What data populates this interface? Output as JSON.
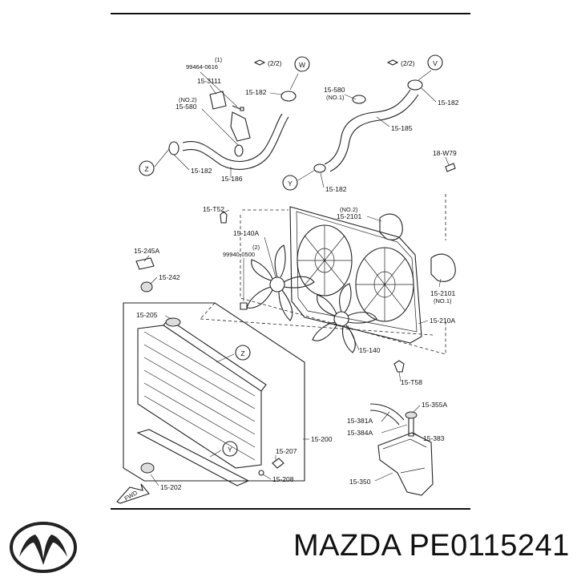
{
  "footer": {
    "caption": "MAZDA PE0115241"
  },
  "markers": {
    "w": "W",
    "v": "V",
    "z": "Z",
    "y": "Y",
    "fwd": "FWD"
  },
  "callouts": {
    "hose_clip_w": "(2/2)",
    "hose_clip_v": "(2/2)"
  },
  "labels": {
    "p99464_qty": "(1)",
    "p99464": "99464-0616",
    "p15_3111": "15-3111",
    "p15_580_no2_tag": "(NO.2)",
    "p15_580_left": "15-580",
    "p15_182_top_left": "15-182",
    "p15_182_z": "15-182",
    "p15_186": "15-186",
    "p15_580_right": "15-580",
    "p15_580_no1_tag": "(NO.1)",
    "p15_182_top_right": "15-182",
    "p15_185": "15-185",
    "p15_182_y": "15-182",
    "p18_w79": "18-W79",
    "p15_t52": "15-T52",
    "p15_2101_no2_tag": "(NO.2)",
    "p15_2101_top": "15-2101",
    "p15_140a": "15-140A",
    "p99940_qty": "(2)",
    "p99940": "99940-0500",
    "p15_245a": "15-245A",
    "p15_242": "15-242",
    "p15_2101_right": "15-2101",
    "p15_2101_no1_tag": "(NO.1)",
    "p15_205": "15-205",
    "p15_210a": "15-210A",
    "p15_140": "15-140",
    "p15_t58": "15-T58",
    "p15_355a": "15-355A",
    "p15_381a": "15-381A",
    "p15_384a": "15-384A",
    "p15_383": "15-383",
    "p15_200": "15-200",
    "p15_207": "15-207",
    "p15_208": "15-208",
    "p15_350": "15-350",
    "p15_202": "15-202"
  }
}
